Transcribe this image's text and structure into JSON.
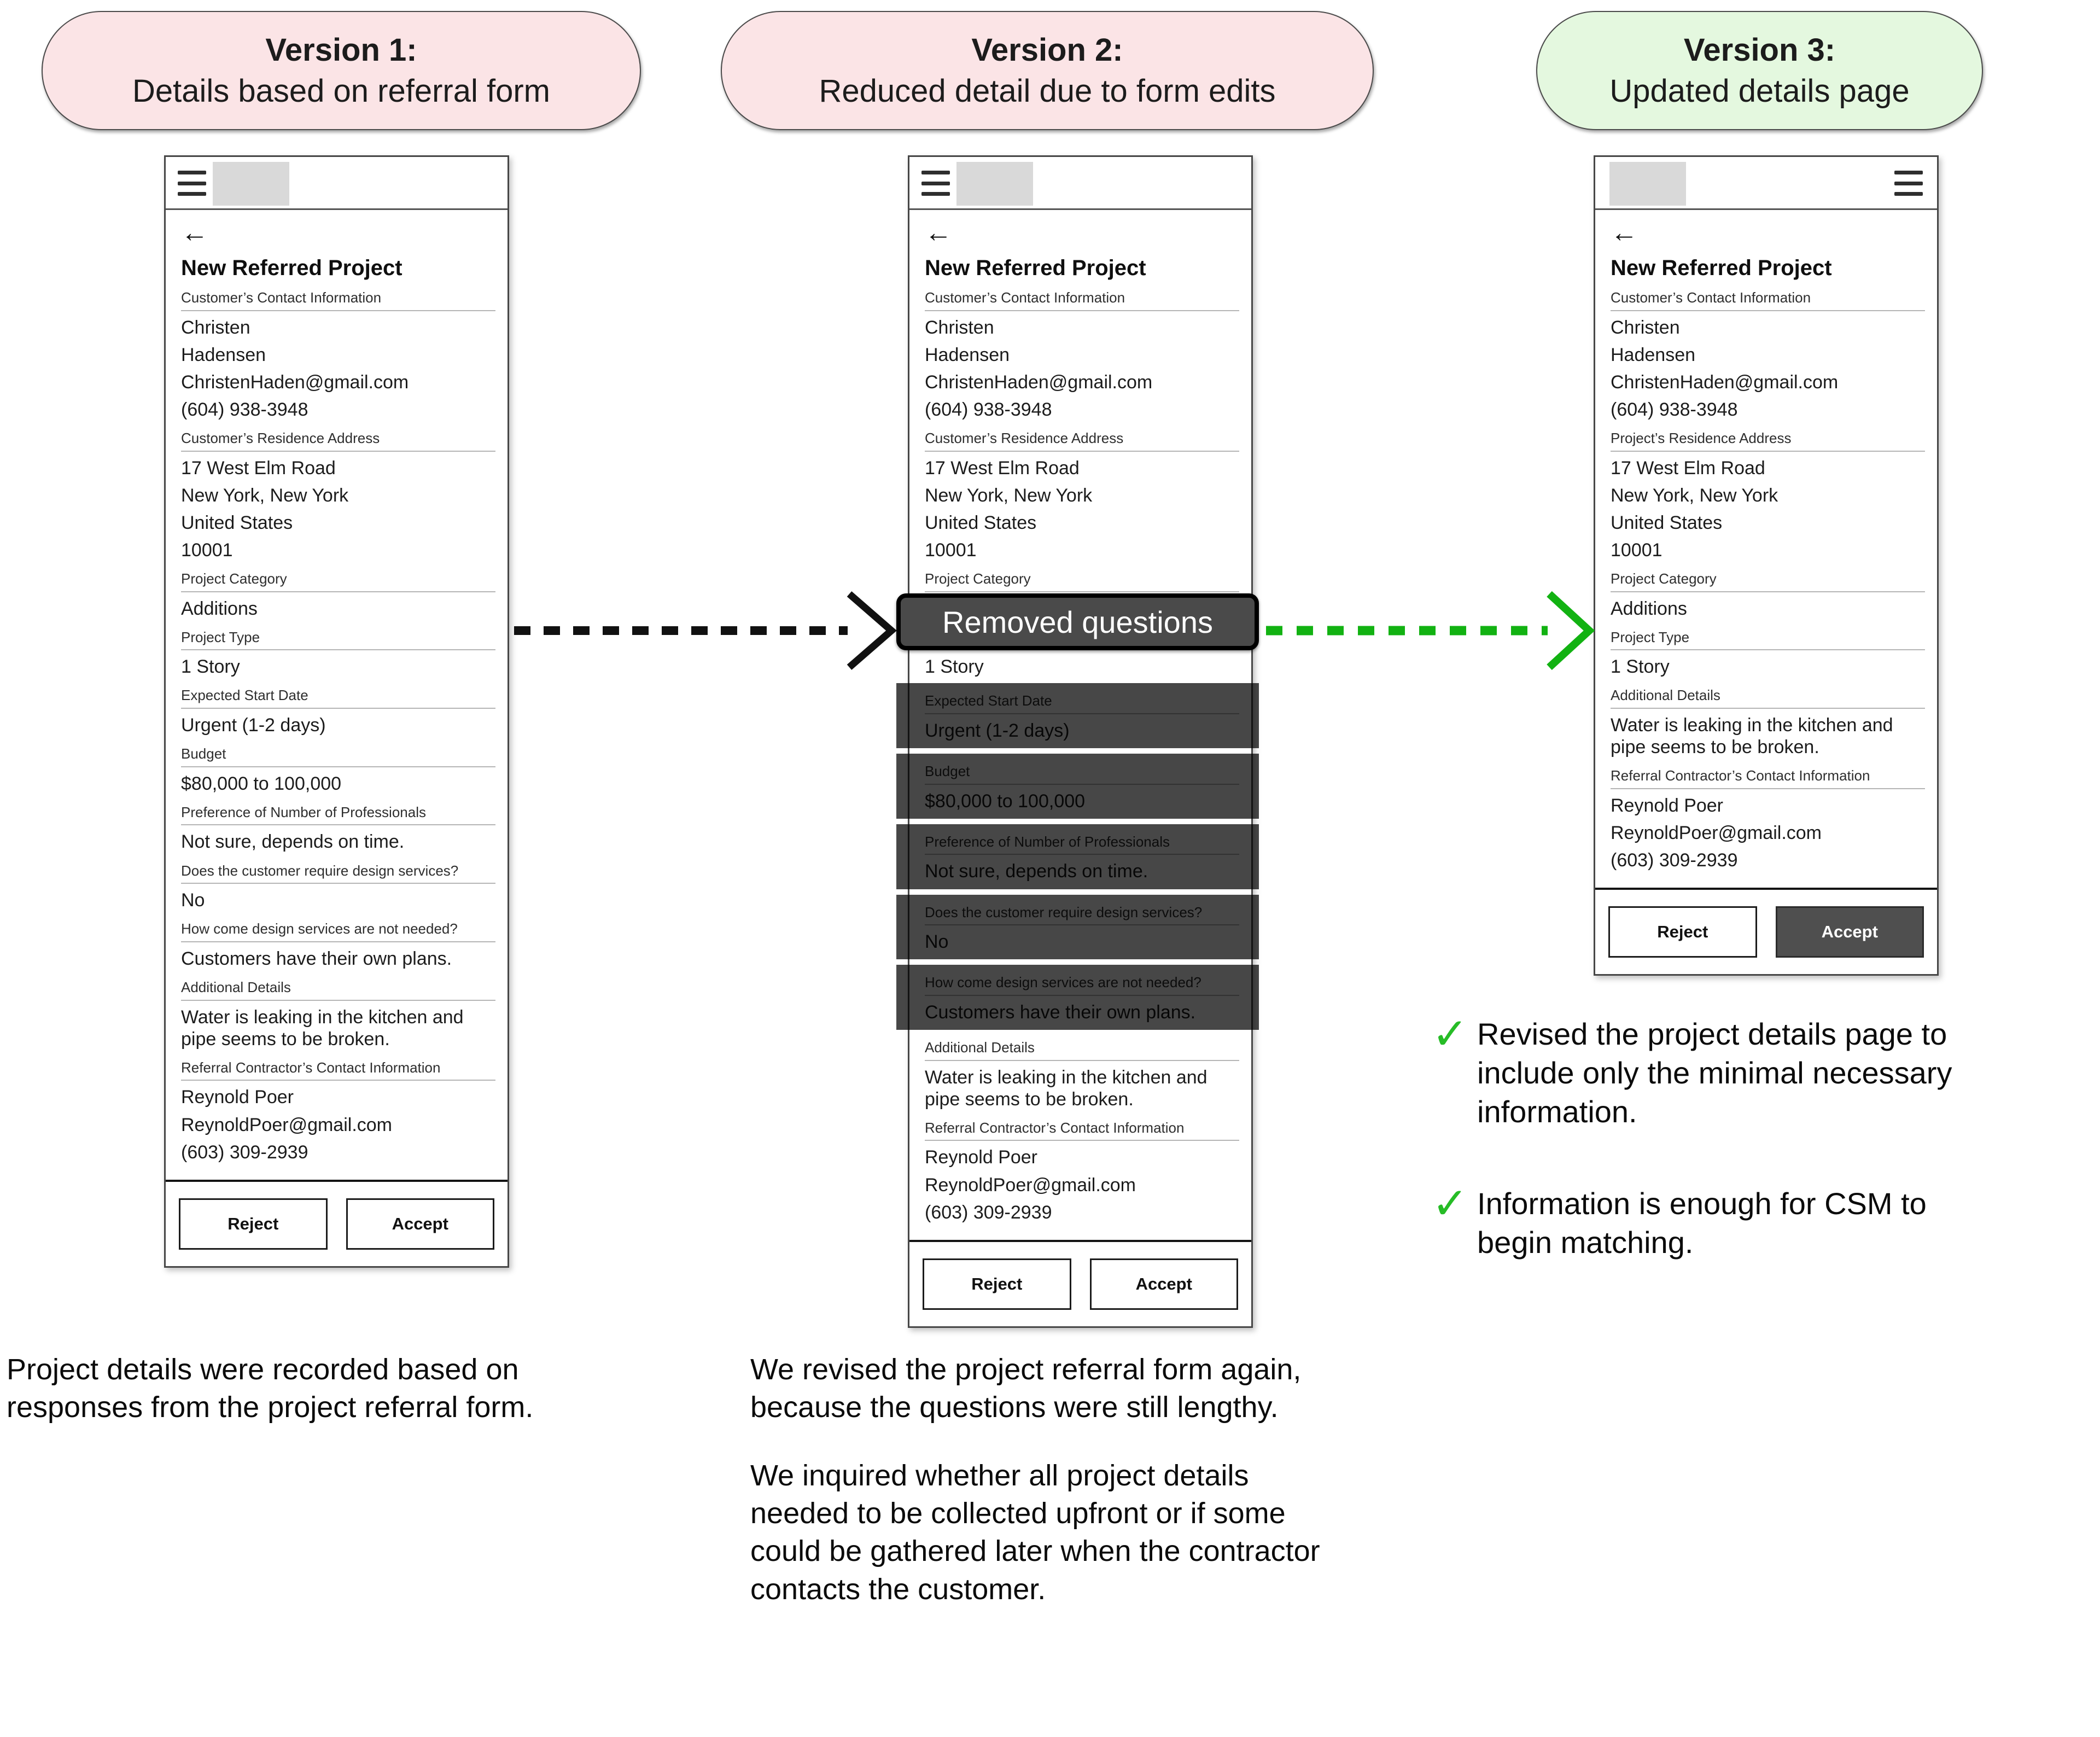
{
  "pills": [
    {
      "line1": "Version 1:",
      "line2": "Details based on referral form"
    },
    {
      "line1": "Version 2:",
      "line2": "Reduced detail due to form edits"
    },
    {
      "line1": "Version 3:",
      "line2": "Updated details page"
    }
  ],
  "icons": {
    "back": "←",
    "check": "✓"
  },
  "badge": {
    "label": "Removed questions"
  },
  "colors": {
    "pill_pink": "#fbe4e6",
    "pill_green": "#e4f8df",
    "arrow_black": "#111111",
    "arrow_green": "#12b212",
    "check_green": "#26bc26",
    "overlay_dark": "rgba(0,0,0,0.72)",
    "badge_bg": "#4a4a4a",
    "accept_dark_bg": "#4f4f4f",
    "placeholder_gray": "#d9d9d9"
  },
  "phone": {
    "title": "New Referred Project",
    "contact": {
      "label": "Customer’s Contact Information",
      "first": "Christen",
      "last": "Hadensen",
      "email": "ChristenHaden@gmail.com",
      "phone": "(604) 938-3948"
    },
    "address": {
      "label": "Customer’s Residence Address",
      "label_v3": "Project’s Residence Address",
      "line1": "17 West Elm Road",
      "line2": "New York, New York",
      "line3": "United States",
      "line4": "10001"
    },
    "category": {
      "label": "Project Category",
      "value": "Additions"
    },
    "type": {
      "label": "Project Type",
      "value": "1 Story"
    },
    "start": {
      "label": "Expected Start Date",
      "value": "Urgent (1-2 days)"
    },
    "budget": {
      "label": "Budget",
      "value": "$80,000 to 100,000"
    },
    "professionals": {
      "label": "Preference of Number of Professionals",
      "value": "Not sure, depends on time."
    },
    "design": {
      "label": "Does the customer require design services?",
      "value": "No"
    },
    "design_why": {
      "label": "How come design services are not needed?",
      "value": "Customers have their own plans."
    },
    "details": {
      "label": "Additional Details",
      "value": "Water is leaking in the kitchen and pipe seems to be broken."
    },
    "referral": {
      "label": "Referral Contractor’s Contact Information",
      "name": "Reynold Poer",
      "email": "ReynoldPoer@gmail.com",
      "phone": "(603) 309-2939"
    },
    "buttons": {
      "reject": "Reject",
      "accept": "Accept"
    }
  },
  "notes": [
    {
      "text": "Revised the project details page to include only the minimal necessary information."
    },
    {
      "text": "Information is enough for CSM to begin matching."
    }
  ],
  "captions": {
    "v1": "Project details were recorded based on responses from the project referral form.",
    "v2_p1": "We revised the project referral form again, because the questions were still lengthy.",
    "v2_p2": "We inquired whether all project details needed to be collected upfront or if some could be gathered later when the contractor contacts the customer."
  }
}
